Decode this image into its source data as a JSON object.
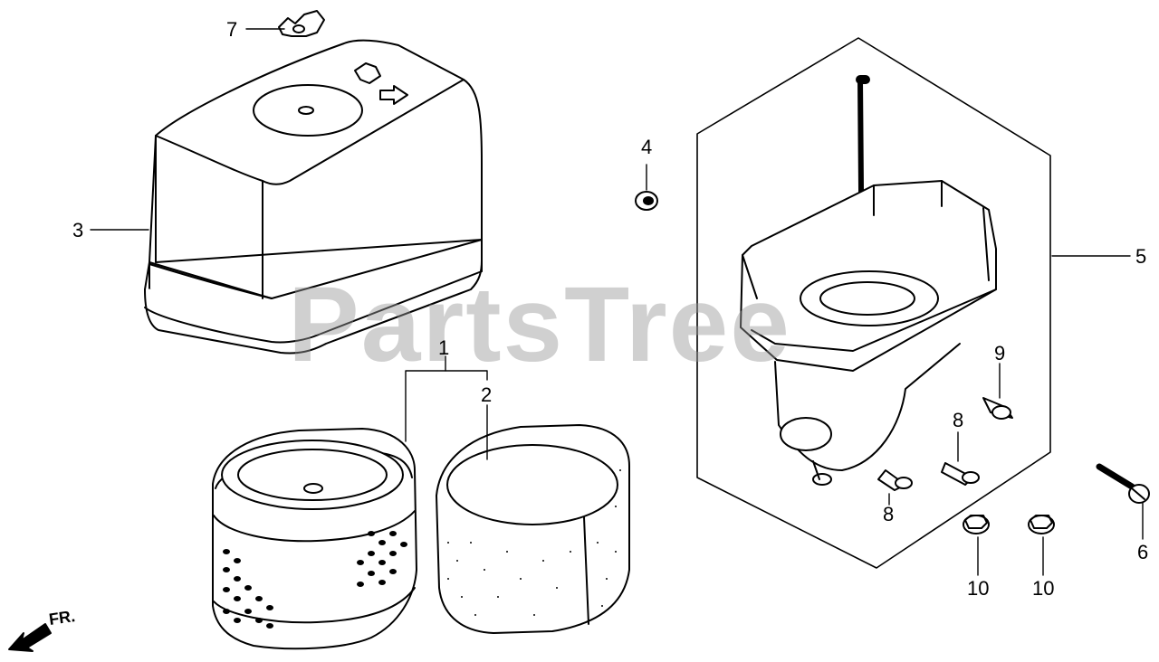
{
  "callouts": {
    "c1": "1",
    "c2": "2",
    "c3": "3",
    "c4": "4",
    "c5": "5",
    "c6": "6",
    "c7": "7",
    "c8a": "8",
    "c8b": "8",
    "c9": "9",
    "c10a": "10",
    "c10b": "10"
  },
  "watermark": "PartsTree",
  "direction_label": "FR."
}
